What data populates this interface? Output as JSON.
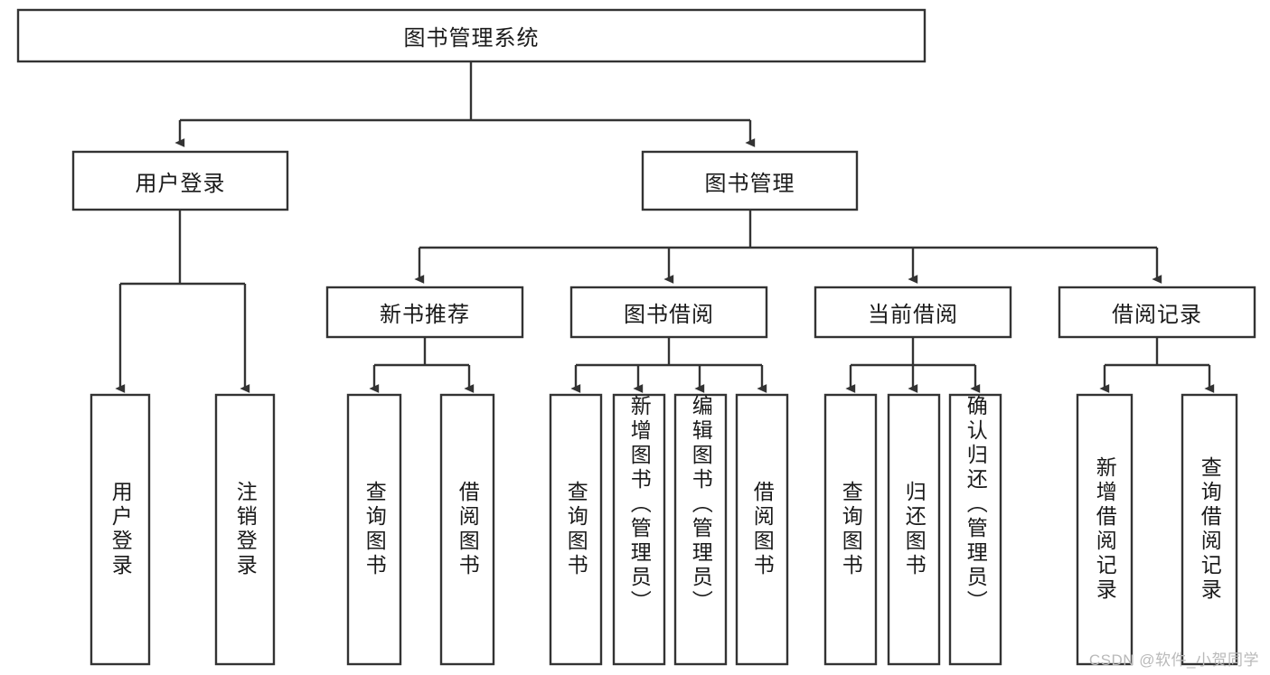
{
  "diagram": {
    "title": "图书管理系统",
    "watermark": "CSDN @软件_小贺同学",
    "colors": {
      "stroke": "#333333",
      "box_fill": "#ffffff",
      "text": "#1a1a1a",
      "background": "#ffffff",
      "watermark": "#b9b9b9"
    },
    "root": {
      "label": "图书管理系统"
    },
    "level1": [
      {
        "label": "用户登录"
      },
      {
        "label": "图书管理"
      }
    ],
    "level2": [
      {
        "label": "新书推荐"
      },
      {
        "label": "图书借阅"
      },
      {
        "label": "当前借阅"
      },
      {
        "label": "借阅记录"
      }
    ],
    "leaves": {
      "user_login": [
        {
          "label": "用户登录"
        },
        {
          "label": "注销登录"
        }
      ],
      "new_book_recommend": [
        {
          "label": "查询图书"
        },
        {
          "label": "借阅图书"
        }
      ],
      "book_borrow": [
        {
          "label": "查询图书"
        },
        {
          "label": "新增图书（管理员）"
        },
        {
          "label": "编辑图书（管理员）"
        },
        {
          "label": "借阅图书"
        }
      ],
      "current_borrow": [
        {
          "label": "查询图书"
        },
        {
          "label": "归还图书"
        },
        {
          "label": "确认归还（管理员）"
        }
      ],
      "borrow_record": [
        {
          "label": "新增借阅记录"
        },
        {
          "label": "查询借阅记录"
        }
      ]
    }
  }
}
